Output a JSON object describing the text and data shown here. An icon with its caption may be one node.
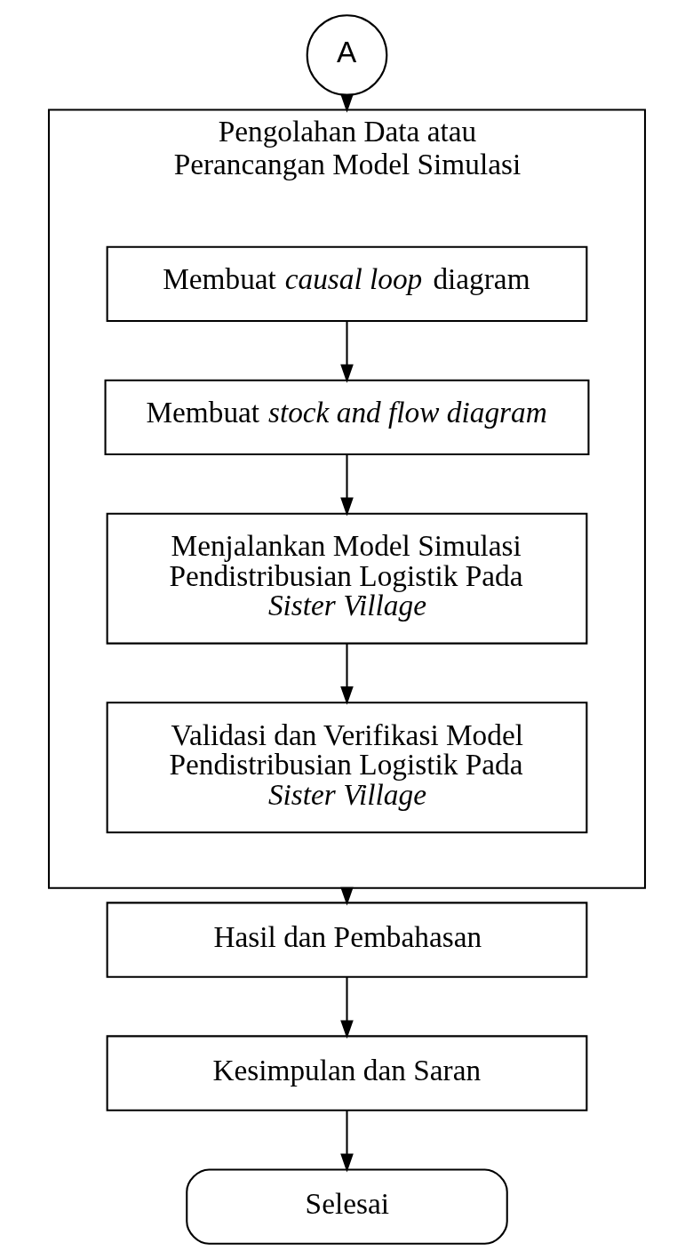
{
  "diagram": {
    "nodes": [
      {
        "text": [
          "A"
        ]
      },
      {
        "text": [
          "Pengolahan Data atau Perancangan Model Simulasi"
        ]
      },
      {
        "text": [
          "Membuat *causal loop* diagram"
        ],
        "in": 1
      },
      {
        "text": [
          "Membuat *stock and flow diagram*"
        ],
        "in": 1
      },
      {
        "text": [
          "Menjalankan Model Simulasi Pendistribusian Logistik Pada *Sister Village*"
        ],
        "in": 1
      },
      {
        "text": [
          "Validasi dan Verifikasi Model Pendistribusian Logistik Pada *Sister Village*"
        ],
        "in": 1
      },
      {
        "text": [
          "Hasil dan Pembahasan"
        ]
      },
      {
        "text": [
          "Kesimpulan dan Saran"
        ]
      },
      {
        "text": [
          "Selesai"
        ]
      }
    ],
    "edges": [
      {
        "from": 0,
        "to": 1,
        "arrow": "to"
      },
      {
        "from": 2,
        "to": 3,
        "arrow": "to"
      },
      {
        "from": 3,
        "to": 4,
        "arrow": "to"
      },
      {
        "from": 4,
        "to": 5,
        "arrow": "to"
      },
      {
        "from": 1,
        "to": 6,
        "arrow": "to"
      },
      {
        "from": 6,
        "to": 7,
        "arrow": "to"
      },
      {
        "from": 7,
        "to": 8,
        "arrow": "to"
      }
    ]
  }
}
